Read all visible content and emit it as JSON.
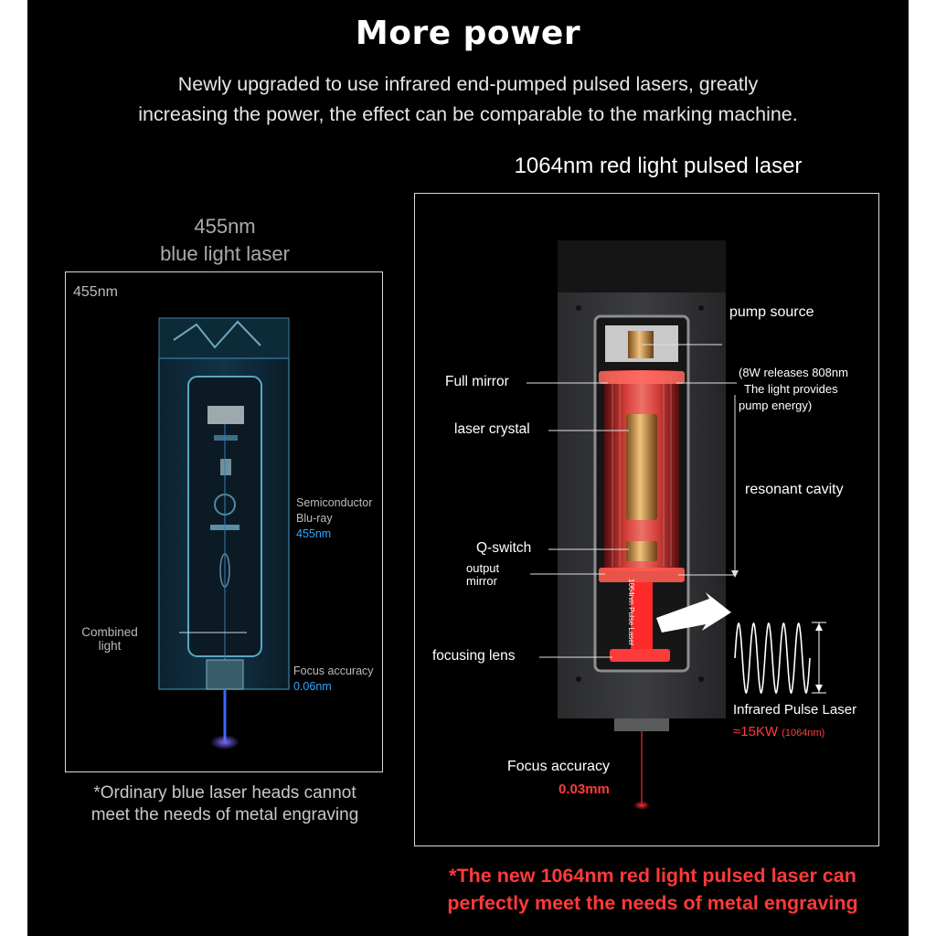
{
  "header": {
    "title": "More power",
    "subtitle_line1": "Newly upgraded to use infrared end-pumped pulsed lasers, greatly",
    "subtitle_line2": "increasing the power, the effect can be comparable to the  marking machine."
  },
  "left_panel": {
    "heading_line1": "455nm",
    "heading_line2": "blue light laser",
    "corner_label": "455nm",
    "semiconductor_line1": "Semiconductor",
    "semiconductor_line2": "Blu-ray",
    "semiconductor_value": "455nm",
    "combined_line1": "Combined",
    "combined_line2": "light",
    "focus_label": "Focus accuracy",
    "focus_value": "0.06nm",
    "note_line1": "*Ordinary blue laser heads cannot",
    "note_line2": "meet the needs of metal engraving"
  },
  "right_panel": {
    "heading": "1064nm red light pulsed laser",
    "pump_source": "pump source",
    "pump_note_line1": "(8W releases 808nm",
    "pump_note_line2": "The light provides",
    "pump_note_line3": "pump energy)",
    "resonant_cavity": "resonant cavity",
    "full_mirror": "Full mirror",
    "laser_crystal": "laser crystal",
    "q_switch": "Q-switch",
    "output_line1": "output",
    "output_line2": "mirror",
    "focusing_lens": "focusing lens",
    "tube_text": "1064nm Pulse Laser",
    "infrared_label": "Infrared Pulse Laser",
    "infrared_power": "≈15KW",
    "infrared_unit": "(1064nm)",
    "focus_label": "Focus accuracy",
    "focus_value": "0.03mm",
    "note_line1": "*The new 1064nm red light pulsed laser can",
    "note_line2": "perfectly meet the needs of metal engraving"
  },
  "colors": {
    "background": "#000000",
    "blue_accent": "#2ea7ff",
    "red_accent": "#ff3b3b"
  }
}
